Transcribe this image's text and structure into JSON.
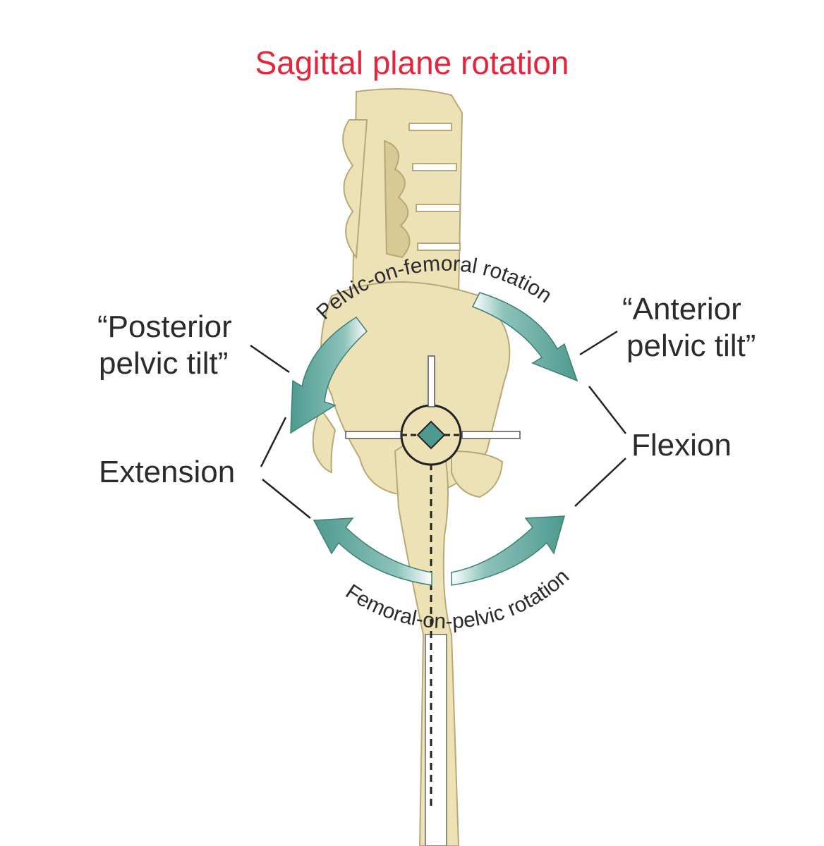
{
  "title": "Sagittal plane rotation",
  "labels": {
    "posterior_tilt_line1": "“Posterior",
    "posterior_tilt_line2": "pelvic tilt”",
    "anterior_tilt_line1": "“Anterior",
    "anterior_tilt_line2": "pelvic tilt”",
    "extension": "Extension",
    "flexion": "Flexion",
    "pelvic_on_femoral": "Pelvic-on-femoral rotation",
    "femoral_on_pelvic": "Femoral-on-pelvic rotation"
  },
  "colors": {
    "title": "#e3263a",
    "bone": "#ede2b6",
    "bone_outline": "#b9a877",
    "arrow": "#4e9a8f",
    "text": "#2b2b2b"
  }
}
